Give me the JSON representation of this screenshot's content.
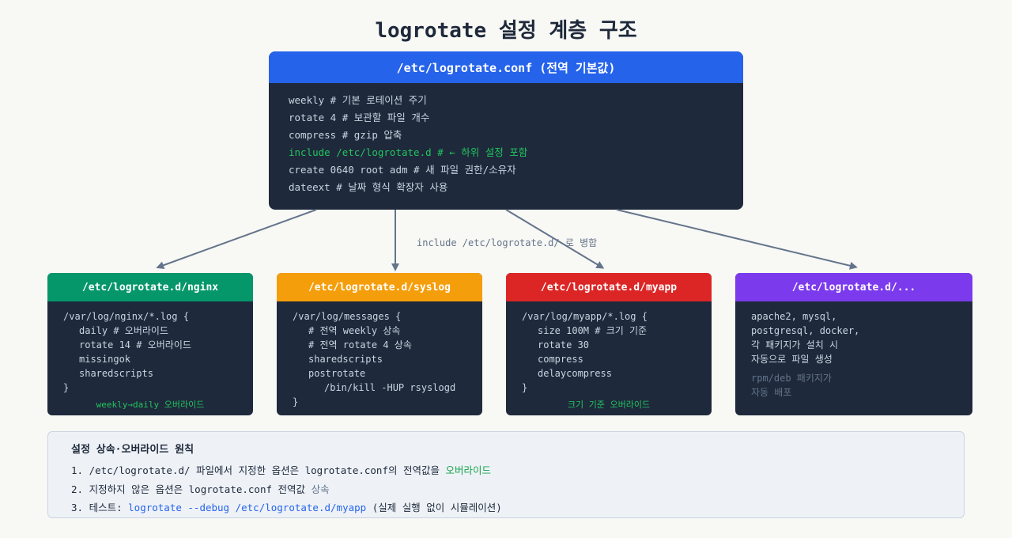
{
  "title": "logrotate 설정 계층 구조",
  "root": {
    "header": "/etc/logrotate.conf (전역 기본값)",
    "lines": [
      "weekly # 기본 로테이션 주기",
      "rotate 4 # 보관할 파일 개수",
      "compress # gzip 압축",
      "include /etc/logrotate.d # ← 하위 설정 포함",
      "create 0640 root adm # 새 파일 권한/소유자",
      "dateext # 날짜 형식 확장자 사용"
    ]
  },
  "merge_label": "include /etc/logrotate.d/ 로 병합",
  "cards": [
    {
      "header": "/etc/logrotate.d/nginx",
      "color": "#059669",
      "lines": [
        "/var/log/nginx/*.log {",
        "daily # 오버라이드",
        "rotate 14 # 오버라이드",
        "missingok",
        "sharedscripts",
        "}"
      ],
      "note": "weekly→daily 오버라이드"
    },
    {
      "header": "/etc/logrotate.d/syslog",
      "color": "#f59e0b",
      "lines": [
        "/var/log/messages {",
        "# 전역 weekly 상속",
        "# 전역 rotate 4 상속",
        "sharedscripts",
        "postrotate",
        "/bin/kill -HUP rsyslogd",
        "}"
      ]
    },
    {
      "header": "/etc/logrotate.d/myapp",
      "color": "#dc2626",
      "lines": [
        "/var/log/myapp/*.log {",
        "size 100M # 크기 기준",
        "rotate 30",
        "compress",
        "delaycompress",
        "}"
      ],
      "note": "크기 기준 오버라이드"
    },
    {
      "header": "/etc/logrotate.d/...",
      "color": "#7c3aed",
      "lines": [
        "apache2, mysql,",
        "postgresql, docker,",
        "각 패키지가 설치 시",
        "자동으로 파일 생성"
      ],
      "muted_lines": [
        "rpm/deb 패키지가",
        "자동 배포"
      ]
    }
  ],
  "rules": {
    "title": "설정 상속·오버라이드 원칙",
    "r1_a": "1. /etc/logrotate.d/ 파일에서 지정한 옵션은 logrotate.conf의 전역값을 ",
    "r1_b": "오버라이드",
    "r2_a": "2. 지정하지 않은 옵션은 logrotate.conf 전역값 ",
    "r2_b": "상속",
    "r3_a": "3. 테스트: ",
    "r3_b": "logrotate --debug /etc/logrotate.d/myapp",
    "r3_c": " (실제 실행 없이 시뮬레이션)"
  }
}
